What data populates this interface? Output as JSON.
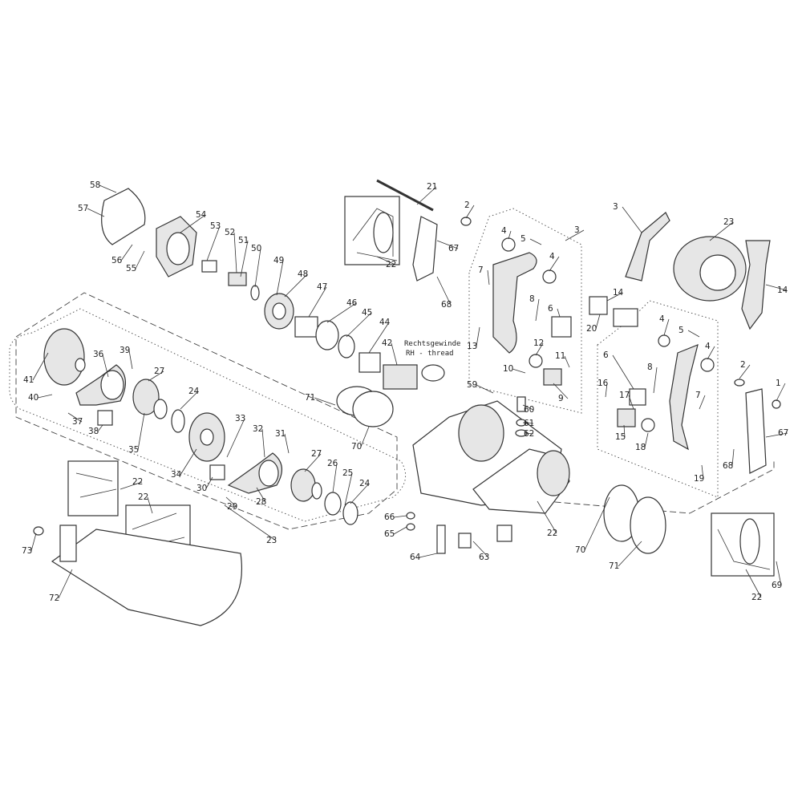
{
  "diagram": {
    "type": "exploded-parts-diagram",
    "note": {
      "line1": "Rechtsgewinde",
      "line2": "RH - thread"
    },
    "callouts": [
      "58",
      "57",
      "54",
      "53",
      "52",
      "51",
      "50",
      "56",
      "55",
      "49",
      "48",
      "47",
      "46",
      "45",
      "44",
      "42",
      "21",
      "2",
      "3",
      "23",
      "3",
      "4",
      "5",
      "4",
      "67",
      "22",
      "68",
      "7",
      "8",
      "6",
      "13",
      "12",
      "10",
      "11",
      "9",
      "14",
      "14",
      "20",
      "4",
      "5",
      "4",
      "6",
      "8",
      "16",
      "17",
      "2",
      "1",
      "7",
      "67",
      "18",
      "15",
      "19",
      "68",
      "41",
      "36",
      "39",
      "27",
      "40",
      "37",
      "38",
      "35",
      "24",
      "71",
      "70",
      "59",
      "60",
      "61",
      "62",
      "33",
      "32",
      "31",
      "34",
      "30",
      "29",
      "28",
      "27",
      "26",
      "25",
      "24",
      "22",
      "22",
      "23",
      "66",
      "65",
      "64",
      "63",
      "22",
      "70",
      "71",
      "73",
      "72",
      "69",
      "22"
    ]
  }
}
